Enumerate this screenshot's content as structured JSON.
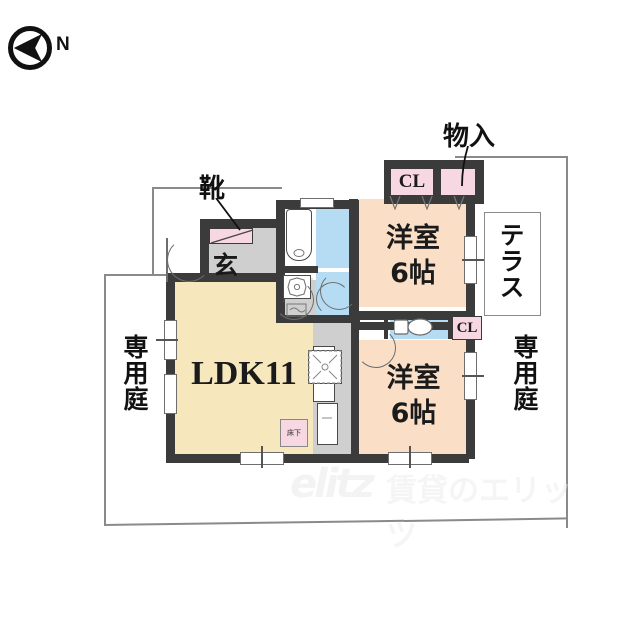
{
  "meta": {
    "plan_type": "japanese-apartment-floorplan",
    "orientation_label": "N"
  },
  "compass": {
    "label": "N",
    "icon": "north-arrow-icon"
  },
  "rooms": [
    {
      "id": "ldk",
      "name": "LDK11",
      "fill": "#f6e7bd"
    },
    {
      "id": "bedroom_top",
      "name": "洋室",
      "size": "6帖",
      "fill": "#fadfc6"
    },
    {
      "id": "bedroom_bot",
      "name": "洋室",
      "size": "6帖",
      "fill": "#fadfc6"
    },
    {
      "id": "genkan",
      "name": "玄",
      "fill": "#cfcfcf"
    }
  ],
  "labels": {
    "ldk": "LDK11",
    "bedroom_top_line1": "洋室",
    "bedroom_top_line2": "6帖",
    "bedroom_bot_line1": "洋室",
    "bedroom_bot_line2": "6帖",
    "genkan": "玄",
    "shoes_callout": "靴",
    "storage_callout": "物入",
    "terrace": "テラス",
    "private_garden_left": "専用庭",
    "private_garden_right": "専用庭",
    "closet_top": "CL",
    "closet_mid": "CL",
    "underfloor_storage": "床下"
  },
  "colors": {
    "wall": "#3b3b3b",
    "ldk_fill": "#f6e7bd",
    "bedroom_fill": "#fadfc6",
    "water_fill": "#b6dcf4",
    "closet_fill": "#f6d7e2",
    "entry_fill": "#cfcfcf",
    "thin_line": "#8a8a8a",
    "text": "#1b1b1b",
    "background": "#ffffff"
  },
  "watermark": {
    "logo": "elitz",
    "text": "賃貸のエリッツ"
  }
}
